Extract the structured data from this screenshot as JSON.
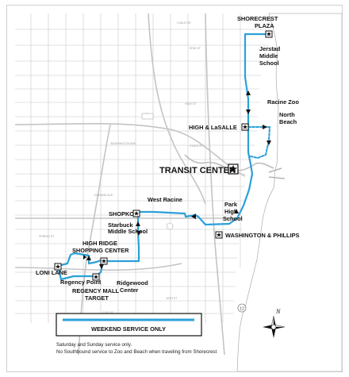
{
  "map": {
    "route_color": "#2aa0d8",
    "water_color": "#ffffff",
    "street_color": "#d2d2d2",
    "labels": {
      "shorecrest_plaza": "SHORECREST PLAZA",
      "jerstad_middle_school": "Jerstad Middle School",
      "racine_zoo": "Racine Zoo",
      "north_beach": "North Beach",
      "high_lasalle": "HIGH & LaSALLE",
      "transit_center": "TRANSIT CENTER",
      "west_racine": "West Racine",
      "park_high_school": "Park High School",
      "shopko": "SHOPKO",
      "starbuck_middle_school": "Starbuck Middle School",
      "washington_phillips": "WASHINGTON & PHILLIPS",
      "high_ridge_shopping_center": "HIGH RIDGE SHOPPING CENTER",
      "loni_lane": "LONI LANE",
      "regency_point": "Regency Point",
      "ridgewood_center": "Ridgewood Center",
      "regency_mall_target": "REGENCY MALL TARGET"
    },
    "legend": {
      "service_label": "WEEKEND SERVICE ONLY",
      "note_1": "Saturday and Sunday service only.",
      "note_2": "No Southbound service to Zoo and Beach when traveling from Shorecrest"
    },
    "compass_label": "N"
  }
}
